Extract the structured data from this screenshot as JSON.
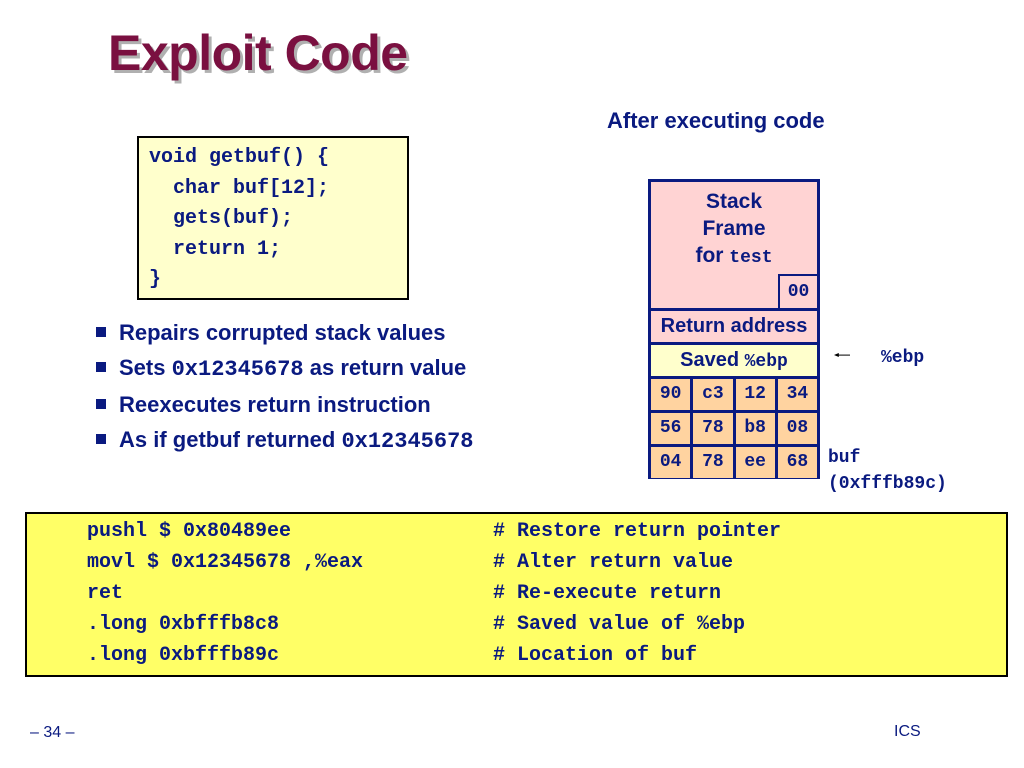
{
  "title": "Exploit Code",
  "subtitle": "After executing code",
  "code": [
    "void getbuf() {",
    "  char buf[12];",
    "  gets(buf);",
    "  return 1;",
    "}"
  ],
  "bullets": [
    {
      "text": "Repairs corrupted stack values"
    },
    {
      "pre": "Sets ",
      "mono": "0x12345678",
      "post": " as return value"
    },
    {
      "text": "Reexecutes return instruction"
    },
    {
      "pre": "As if getbuf returned ",
      "mono": "0x12345678"
    }
  ],
  "stack": {
    "frame_line1": "Stack",
    "frame_line2": "Frame",
    "frame_line3_pre": "for ",
    "frame_line3_mono": "test",
    "zero_byte": "00",
    "return_address": "Return address",
    "saved_pre": "Saved ",
    "saved_mono": "%ebp",
    "rows": [
      [
        "90",
        "c3",
        "12",
        "34"
      ],
      [
        "56",
        "78",
        "b8",
        "08"
      ],
      [
        "04",
        "78",
        "ee",
        "68"
      ]
    ],
    "ebp_label": "%ebp",
    "buf_label": "buf",
    "buf_addr": "(0xfffb89c)"
  },
  "asm": [
    {
      "instr": "pushl $ 0x80489ee",
      "comment": "# Restore return pointer"
    },
    {
      "instr": "movl $ 0x12345678 ,%eax",
      "comment": "# Alter return value"
    },
    {
      "instr": "ret",
      "comment": "# Re-execute return"
    },
    {
      "instr": ".long 0xbfffb8c8",
      "comment": "# Saved value of %ebp"
    },
    {
      "instr": ".long 0xbfffb89c",
      "comment": "# Location of buf"
    }
  ],
  "footer": {
    "page": "– 34 –",
    "course": "ICS"
  },
  "colors": {
    "title": "#7a1040",
    "text": "#0a1a80",
    "code_bg": "#ffffcc",
    "asm_bg": "#ffff66",
    "stack_frame": "#ffd3d3",
    "byte_cells": "#ffd3a0"
  }
}
